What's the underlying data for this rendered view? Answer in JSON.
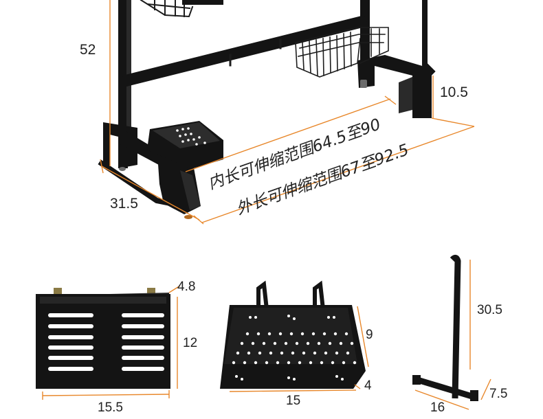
{
  "top": {
    "dim_height": "52",
    "dim_depth": "31.5",
    "dim_leg": "10.5",
    "inner_length": "内长可伸缩范围64.5至90",
    "outer_length": "外长可伸缩范围67至92.5"
  },
  "cutlery_box": {
    "dim_depth": "4.8",
    "dim_height": "12",
    "dim_width": "15.5"
  },
  "basket": {
    "dim_height": "9",
    "dim_depth": "4",
    "dim_width": "15"
  },
  "towel_stand": {
    "dim_height": "30.5",
    "dim_base": "16",
    "dim_depth": "7.5"
  },
  "colors": {
    "metal": "#141414",
    "dimension_line": "#e8872a",
    "text": "#222222"
  }
}
